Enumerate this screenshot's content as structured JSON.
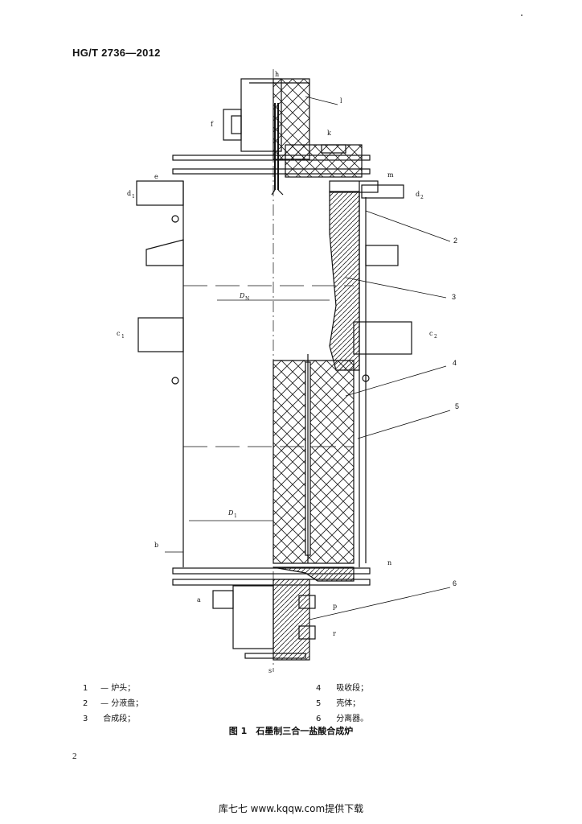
{
  "header": {
    "standard_code": "HG/T 2736—2012"
  },
  "figure": {
    "letters": {
      "h": "h",
      "l": "l",
      "f": "f",
      "k": "k",
      "m": "m",
      "e": "e",
      "d1": "d",
      "d1_sub": "1",
      "d2": "d",
      "d2_sub": "2",
      "c1": "c",
      "c1_sub": "1",
      "c2": "c",
      "c2_sub": "2",
      "DN": "D",
      "DN_sub": "N",
      "D1": "D",
      "D1_sub": "1",
      "b": "b",
      "n": "n",
      "a": "a",
      "p": "p",
      "r": "r",
      "s": "s"
    },
    "callouts": [
      "2",
      "3",
      "4",
      "5",
      "6"
    ],
    "legend": [
      {
        "num": "1",
        "dash": "—",
        "text": "炉头；"
      },
      {
        "num": "2",
        "dash": "—",
        "text": "分液盘；"
      },
      {
        "num": "3",
        "dash": "",
        "text": "合成段；"
      },
      {
        "num": "4",
        "dash": "",
        "text": "吸收段；"
      },
      {
        "num": "5",
        "dash": "",
        "text": "壳体；"
      },
      {
        "num": "6",
        "dash": "",
        "text": "分离器。"
      }
    ],
    "caption": "图 1　石墨制三合一盐酸合成炉"
  },
  "page_number": "2",
  "footer": "库七七 www.kqqw.com提供下载"
}
